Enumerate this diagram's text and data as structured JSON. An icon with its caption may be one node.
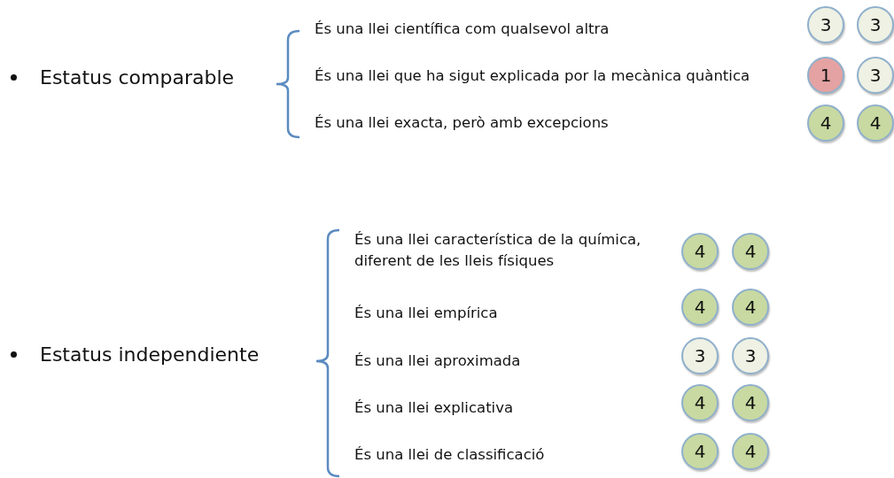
{
  "diagram": {
    "nodes": [
      {
        "text": [
          "3"
        ]
      },
      {
        "text": [
          "3"
        ]
      },
      {
        "text": [
          "1"
        ]
      },
      {
        "text": [
          "3"
        ]
      },
      {
        "text": [
          "4"
        ]
      },
      {
        "text": [
          "4"
        ]
      },
      {
        "text": [
          "4"
        ]
      },
      {
        "text": [
          "4"
        ]
      },
      {
        "text": [
          "4"
        ]
      },
      {
        "text": [
          "4"
        ]
      },
      {
        "text": [
          "3"
        ]
      },
      {
        "text": [
          "3"
        ]
      },
      {
        "text": [
          "4"
        ]
      },
      {
        "text": [
          "4"
        ]
      },
      {
        "text": [
          "4"
        ]
      },
      {
        "text": [
          "4"
        ]
      }
    ],
    "labels": [
      "Estatus comparable",
      "És una llei científica com qualsevol altra",
      "És una llei que ha sigut explicada por la mecànica quàntica",
      "És una llei exacta, però amb excepcions",
      "Estatus independiente",
      "És una llei característica de la química, diferent de les lleis físiques",
      "És una llei empírica",
      "És una llei aproximada",
      "És una llei explicativa",
      "És una llei de classificació"
    ]
  }
}
